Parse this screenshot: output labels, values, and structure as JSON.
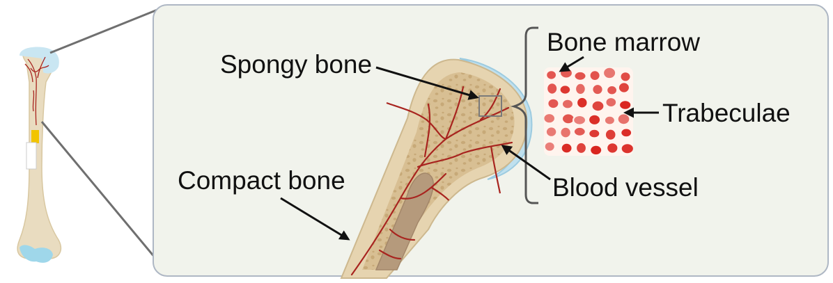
{
  "labels": {
    "spongy_bone": "Spongy bone",
    "compact_bone": "Compact bone",
    "bone_marrow": "Bone marrow",
    "trabeculae": "Trabeculae",
    "blood_vessel": "Blood vessel"
  },
  "colors": {
    "panel_fill": "#f1f3ec",
    "panel_stroke": "#aeb7c4",
    "bone_compact": "#e6d4b0",
    "bone_spongy": "#d8bf93",
    "marrow_cavity": "#b59a7c",
    "cartilage": "#bfe0ee",
    "vessel": "#a8241f",
    "marrow_red": "#d9221c",
    "trabecula": "#fff4ee",
    "connector": "#6f6f6f",
    "arrow": "#111111",
    "bracket": "#555555"
  }
}
